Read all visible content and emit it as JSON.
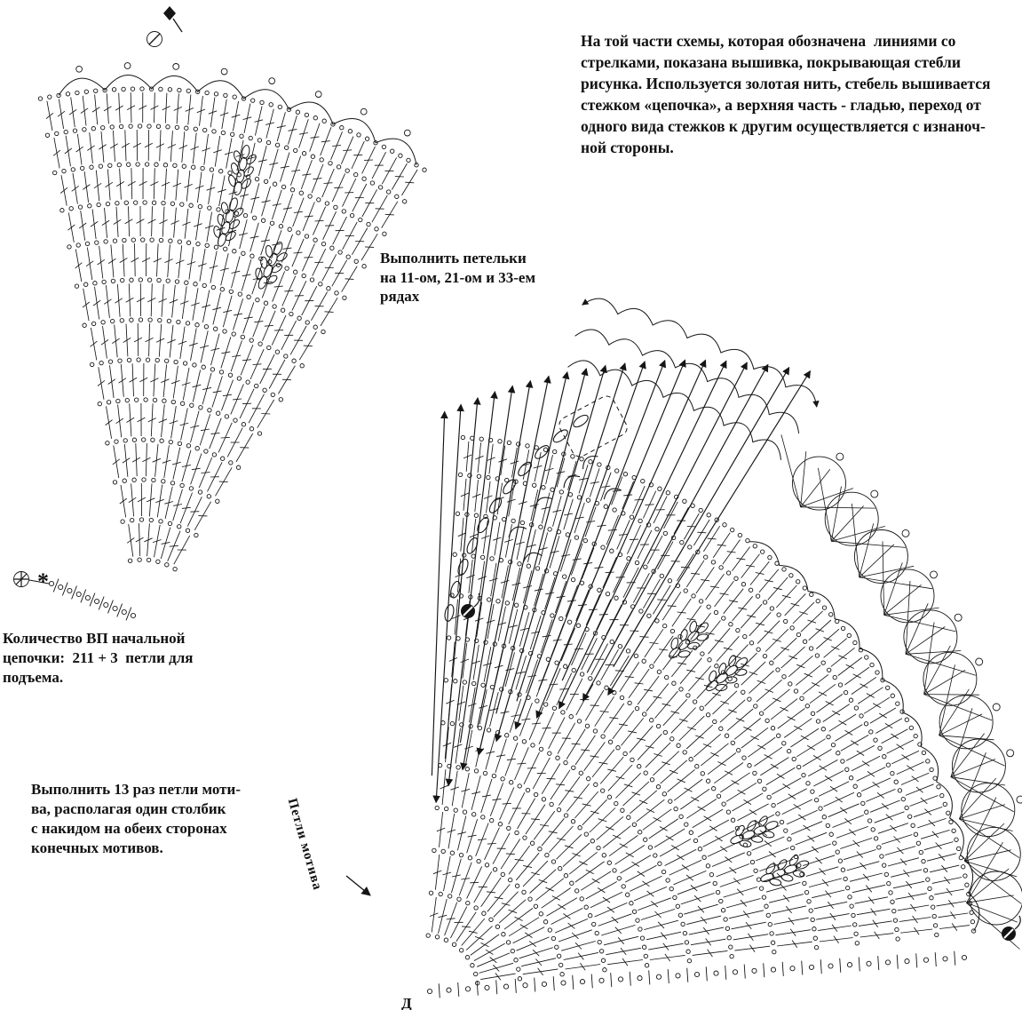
{
  "notes": {
    "embroidery": "На той части схемы, которая обозначена  линиями со\nстрелками, показана вышивка, покрывающая стебли\nрисунка. Используется золотая нить, стебель вышивается\nстежком «цепочка», а верхняя часть - гладью, переход от\nодного вида стежков к другим осуществляется с изнаноч-\nной стороны.",
    "loops": "Выполнить петельки\nна 11-ом, 21-ом и 33-ем\nрядах",
    "foundation": "Количество ВП начальной\nцепочки:  211 + 3  петли для\nподъема.",
    "motif_repeat": "Выполнить 13 раз петли моти-\nва, располагая один столбик\nс накидом на обеих сторонах\nконечных мотивов.",
    "motif_label": "Петли мотива"
  },
  "markers": {
    "asterisk": "*",
    "end_letter": "Д"
  },
  "colors": {
    "ink": "#151515",
    "background": "#ffffff"
  }
}
